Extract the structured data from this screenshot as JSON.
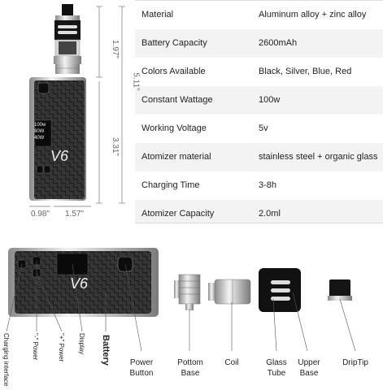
{
  "specs": [
    {
      "key": "Material",
      "value": "Aluminum alloy + zinc alloy"
    },
    {
      "key": "Battery Capacity",
      "value": "2600mAh"
    },
    {
      "key": "Colors Available",
      "value": "Black, Silver, Blue, Red"
    },
    {
      "key": "Constant Wattage",
      "value": "100w"
    },
    {
      "key": "Working Voltage",
      "value": "5v"
    },
    {
      "key": "Atomizer material",
      "value": "stainless steel + organic glass"
    },
    {
      "key": "Charging Time",
      "value": "3-8h"
    },
    {
      "key": "Atomizer Capacity",
      "value": "2.0ml"
    }
  ],
  "dimensions": {
    "tank_height": "1.97\"",
    "total_height": "5.11\"",
    "body_height": "3.31\"",
    "depth": "0.98\"",
    "width": "1.57\""
  },
  "device": {
    "logo": "V6",
    "screen_lines": [
      "100w",
      "80W",
      "40W"
    ]
  },
  "parts": {
    "charging": "Charging interface",
    "minus": "\"-\" Power",
    "plus": "\"+\" Power",
    "display": "Display",
    "battery": "Battery",
    "power_button_1": "Power",
    "power_button_2": "Button",
    "pottom_1": "Pottom",
    "pottom_2": "Base",
    "coil": "Coil",
    "glass_1": "Glass",
    "glass_2": "Tube",
    "upper_1": "Upper",
    "upper_2": "Base",
    "driptip": "DripTip"
  },
  "colors": {
    "body": "#1a1a1a",
    "metal": "#c8c8c8",
    "accent": "#ffffff"
  }
}
